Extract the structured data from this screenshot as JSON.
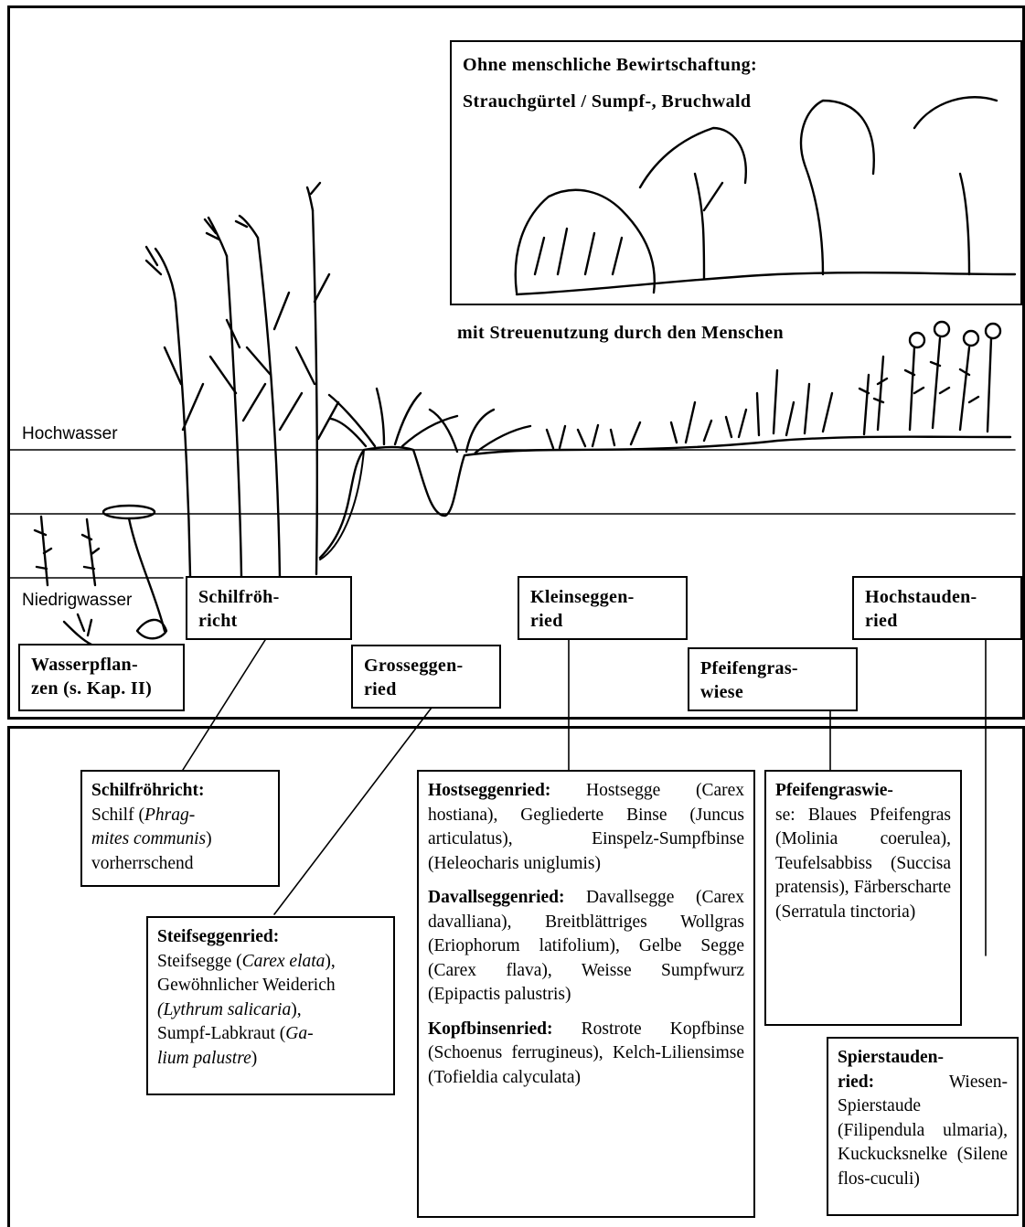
{
  "top_box": {
    "line1": "Ohne menschliche Bewirtschaftung:",
    "line2": "Strauchgürtel / Sumpf-, Bruchwald"
  },
  "streue_caption": "mit Streuenutzung durch den Menschen",
  "water_levels": {
    "high": "Hochwasser",
    "low": "Niedrigwasser"
  },
  "zones": {
    "wasserpflanzen": {
      "l1": "Wasserpflan-",
      "l2": "zen (s. Kap. II)"
    },
    "schilf": {
      "l1": "Schilfröh-",
      "l2": "richt"
    },
    "grosseggen": {
      "l1": "Grosseggen-",
      "l2": "ried"
    },
    "kleinseggen": {
      "l1": "Kleinseggen-",
      "l2": "ried"
    },
    "pfeifengras": {
      "l1": "Pfeifengras-",
      "l2": "wiese"
    },
    "hochstauden": {
      "l1": "Hochstauden-",
      "l2": "ried"
    }
  },
  "descriptions": {
    "schilf": {
      "title": "Schilfröhricht:",
      "t1": "Schilf (",
      "sp1": "Phrag-",
      "sp2": "mites communis",
      "t2": ")",
      "t3": "vorherrschend"
    },
    "steif": {
      "title": "Steifseggenried:",
      "t1": "Steifsegge (",
      "sp1": "Carex elata",
      "t2": "),",
      "t3": "Gewöhnlicher Weiderich",
      "sp2": "(Lythrum salicaria",
      "t4": "),",
      "t5": "Sumpf-Labkraut (",
      "sp3": "Ga-",
      "sp4": "lium palustre",
      "t6": ")"
    },
    "host": {
      "title": "Hostseggenried:",
      "body": "Hostsegge (Carex hostiana), Gegliederte Binse (Juncus articulatus), Einspelz-Sumpfbinse (Heleocharis uniglumis)"
    },
    "davall": {
      "title": "Davallseggenried:",
      "body": "Davallsegge (Carex davalliana), Breitblättriges Wollgras (Eriophorum latifolium), Gelbe Segge (Carex flava), Weisse Sumpfwurz (Epipactis palustris)"
    },
    "kopf": {
      "title": "Kopfbinsenried:",
      "body": "Rostrote Kopfbinse (Schoenus ferrugineus), Kelch-Liliensimse (Tofieldia calyculata)"
    },
    "pfeifen": {
      "title": "Pfeifengraswie-",
      "body": "se: Blaues Pfeifengras (Molinia coerulea), Teufelsabbiss (Succisa pratensis), Färberscharte (Serratula tinctoria)"
    },
    "spier": {
      "title": "Spierstauden-",
      "title2": "ried:",
      "body": "Wiesen-Spierstaude (Filipendula ulmaria), Kuckucksnelke (Silene flos-cuculi)"
    }
  }
}
